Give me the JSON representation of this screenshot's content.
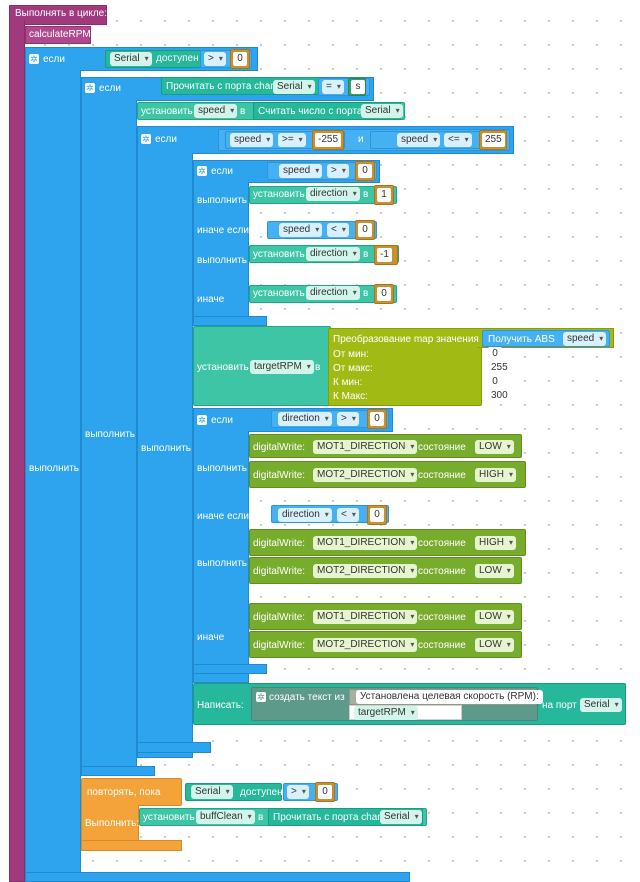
{
  "loop": {
    "title": "Выполнять в цикле:"
  },
  "calc_rpm": "calculateRPM",
  "kw": {
    "if": "если",
    "do": "выполнить",
    "else_if": "иначе если",
    "else": "иначе",
    "and": "и",
    "set": "установить",
    "in": "в",
    "state": "состояние",
    "digital_write": "digitalWrite:",
    "available": "доступен",
    "repeat_while": "повторять, пока",
    "do_cap": "Выполнить:",
    "write": "Написать:",
    "to_port": "на порт",
    "create_text": "создать текст из"
  },
  "serial": "Serial",
  "ops": {
    "gt": ">",
    "lt": "<",
    "eq": "=",
    "ge": ">=",
    "le": "<="
  },
  "vars": {
    "speed": "speed",
    "direction": "direction",
    "target_rpm": "targetRPM",
    "buff_clean": "buffClean"
  },
  "values": {
    "zero": "0",
    "one": "1",
    "minus_one": "-1",
    "minus_255": "-255",
    "v255": "255",
    "v300": "300",
    "char_s": "s"
  },
  "read_char": "Прочитать с порта char",
  "read_number": "Считать число с порта",
  "map": {
    "title": "Преобразование map значения",
    "get_abs": "Получить ABS",
    "from_min": "От мин:",
    "from_max": "От макс:",
    "to_min": "К мин:",
    "to_max": "К Макс:"
  },
  "pins": {
    "mot1": "MOT1_DIRECTION",
    "mot2": "MOT2_DIRECTION"
  },
  "states": {
    "low": "LOW",
    "high": "HIGH"
  },
  "message": "Установлена целевая скорость (RPM):"
}
